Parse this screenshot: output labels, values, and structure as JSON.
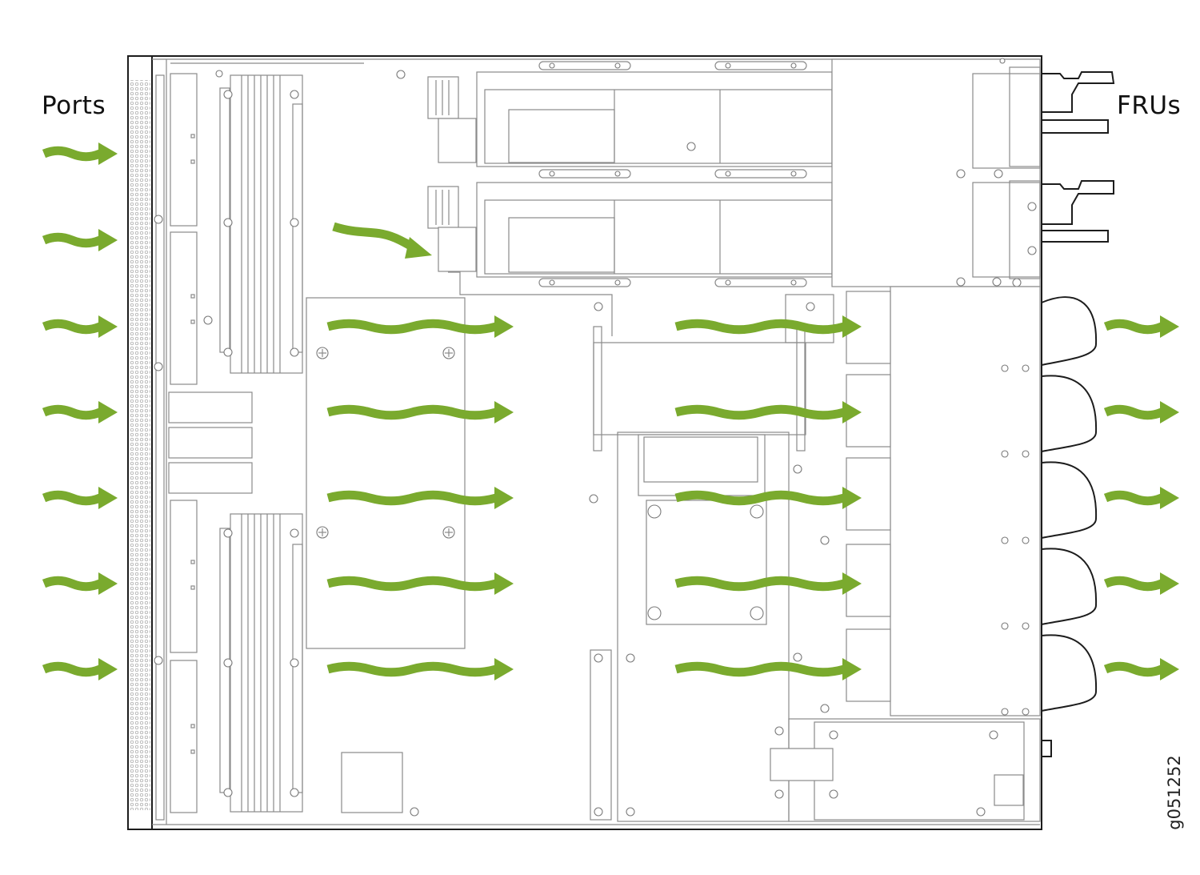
{
  "labels": {
    "intake": "Ports",
    "exhaust": "FRUs",
    "figure_id": "g051252"
  },
  "colors": {
    "airflow_arrow": "#7aaa2e",
    "outline": "#8a8a8a",
    "chassis_edge": "#1c1c1c",
    "background": "#ffffff"
  },
  "airflow": {
    "direction": "left-to-right",
    "intake_side": "Ports",
    "exhaust_side": "FRUs"
  }
}
